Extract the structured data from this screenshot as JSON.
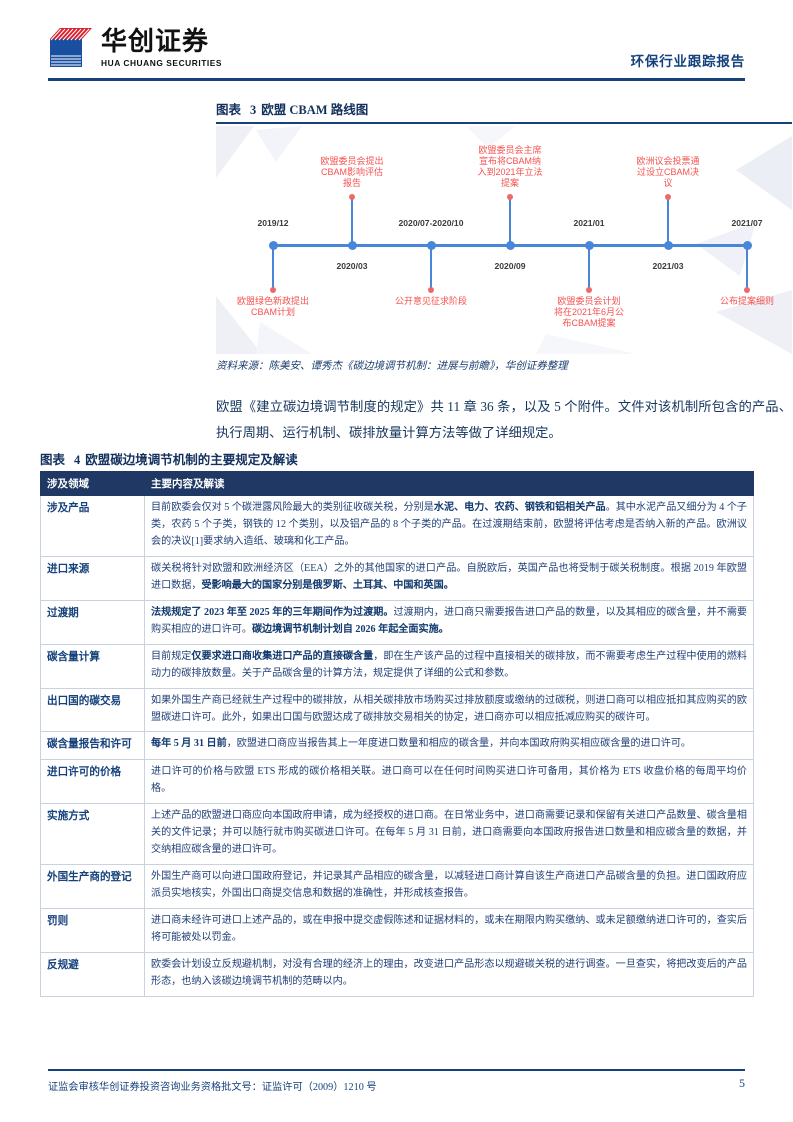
{
  "header": {
    "logo_cn": "华创证券",
    "logo_en": "HUA CHUANG SECURITIES",
    "report_title": "环保行业跟踪报告"
  },
  "figure3": {
    "label": "图表",
    "number": "3",
    "title": "欧盟 CBAM 路线图",
    "source": "资料来源：陈美安、谭秀杰《碳边境调节机制：进展与前瞻》，华创证券整理"
  },
  "chart_data": {
    "type": "timeline",
    "title": "欧盟 CBAM 路线图",
    "accent_color": "#4a86d8",
    "label_color": "#f5514f",
    "date_color": "#3b3b3b",
    "events": [
      {
        "date": "2019/12",
        "label": "欧盟绿色新政提出\nCBAM计划",
        "date_side": "above",
        "label_side": "below"
      },
      {
        "date": "2020/03",
        "label": "欧盟委员会提出\nCBAM影响评估\n报告",
        "date_side": "below",
        "label_side": "above"
      },
      {
        "date": "2020/07-2020/10",
        "label": "公开意见征求阶段",
        "date_side": "above",
        "label_side": "below"
      },
      {
        "date": "2020/09",
        "label": "欧盟委员会主席\n宣布将CBAM纳\n入到2021年立法\n提案",
        "date_side": "below",
        "label_side": "above"
      },
      {
        "date": "2021/01",
        "label": "欧盟委员会计划\n将在2021年6月公\n布CBAM提案",
        "date_side": "above",
        "label_side": "below"
      },
      {
        "date": "2021/03",
        "label": "欧洲议会投票通\n过设立CBAM决\n议",
        "date_side": "below",
        "label_side": "above"
      },
      {
        "date": "2021/07",
        "label": "公布提案细则",
        "date_side": "above",
        "label_side": "below"
      }
    ]
  },
  "body_paragraph": "欧盟《建立碳边境调节制度的规定》共 11 章 36 条，以及 5 个附件。文件对该机制所包含的产品、执行周期、运行机制、碳排放量计算方法等做了详细规定。",
  "figure4": {
    "label": "图表",
    "number": "4",
    "title": "欧盟碳边境调节机制的主要规定及解读",
    "columns": [
      "涉及领域",
      "主要内容及解读"
    ],
    "rows": [
      {
        "category": "涉及产品",
        "content_html": "目前欧委会仅对 5 个碳泄露风险最大的类别征收碳关税，分别是<b>水泥、电力、农药、钢铁和铝相关产品</b>。其中水泥产品又细分为 4 个子类，农药 5 个子类，钢铁的 12 个类别，以及铝产品的 8 个子类的产品。在过渡期结束前，欧盟将评估考虑是否纳入新的产品。欧洲议会的决议[1]要求纳入造纸、玻璃和化工产品。"
      },
      {
        "category": "进口来源",
        "content_html": "碳关税将针对欧盟和欧洲经济区（EEA）之外的其他国家的进口产品。自脱欧后，英国产品也将受制于碳关税制度。根据 2019 年欧盟进口数据，<b>受影响最大的国家分别是俄罗斯、土耳其、中国和英国。</b>"
      },
      {
        "category": "过渡期",
        "content_html": "<b>法规规定了 2023 年至 2025 年的三年期间作为过渡期。</b>过渡期内，进口商只需要报告进口产品的数量，以及其相应的碳含量，并不需要购买相应的进口许可。<b>碳边境调节机制计划自 2026 年起全面实施。</b>"
      },
      {
        "category": "碳含量计算",
        "content_html": "目前规定<b>仅要求进口商收集进口产品的直接碳含量</b>，即在生产该产品的过程中直接相关的碳排放，而不需要考虑生产过程中使用的燃料动力的碳排放数量。关于产品碳含量的计算方法，规定提供了详细的公式和参数。"
      },
      {
        "category": "出口国的碳交易",
        "content_html": "如果外国生产商已经就生产过程中的碳排放，从相关碳排放市场购买过排放额度或缴纳的过碳税，则进口商可以相应抵扣其应购买的欧盟碳进口许可。此外，如果出口国与欧盟达成了碳排放交易相关的协定，进口商亦可以相应抵减应购买的碳许可。"
      },
      {
        "category": "碳含量报告和许可",
        "content_html": "<b>每年 5 月 31 日前</b>，欧盟进口商应当报告其上一年度进口数量和相应的碳含量，并向本国政府购买相应碳含量的进口许可。"
      },
      {
        "category": "进口许可的价格",
        "content_html": "进口许可的价格与欧盟 ETS 形成的碳价格相关联。进口商可以在任何时间购买进口许可备用，其价格为 ETS 收盘价格的每周平均价格。"
      },
      {
        "category": "实施方式",
        "content_html": "上述产品的欧盟进口商应向本国政府申请，成为经授权的进口商。在日常业务中，进口商需要记录和保留有关进口产品数量、碳含量相关的文件记录；并可以随行就市购买碳进口许可。在每年 5 月 31 日前，进口商需要向本国政府报告进口数量和相应碳含量的数据，并交纳相应碳含量的进口许可。"
      },
      {
        "category": "外国生产商的登记",
        "content_html": "外国生产商可以向进口国政府登记，并记录其产品相应的碳含量，以减轻进口商计算自该生产商进口产品碳含量的负担。进口国政府应派员实地核实，外国出口商提交信息和数据的准确性，并形成核查报告。"
      },
      {
        "category": "罚则",
        "content_html": "进口商未经许可进口上述产品的，或在申报中提交虚假陈述和证据材料的，或未在期限内购买缴纳、或未足额缴纳进口许可的，查实后将可能被处以罚金。"
      },
      {
        "category": "反规避",
        "content_html": "欧委会计划设立反规避机制，对没有合理的经济上的理由，改变进口产品形态以规避碳关税的进行调查。一旦查实，将把改变后的产品形态，也纳入该碳边境调节机制的范畴以内。"
      }
    ]
  },
  "footer": {
    "disclaimer": "证监会审核华创证券投资咨询业务资格批文号：证监许可（2009）1210 号",
    "page_number": "5"
  }
}
